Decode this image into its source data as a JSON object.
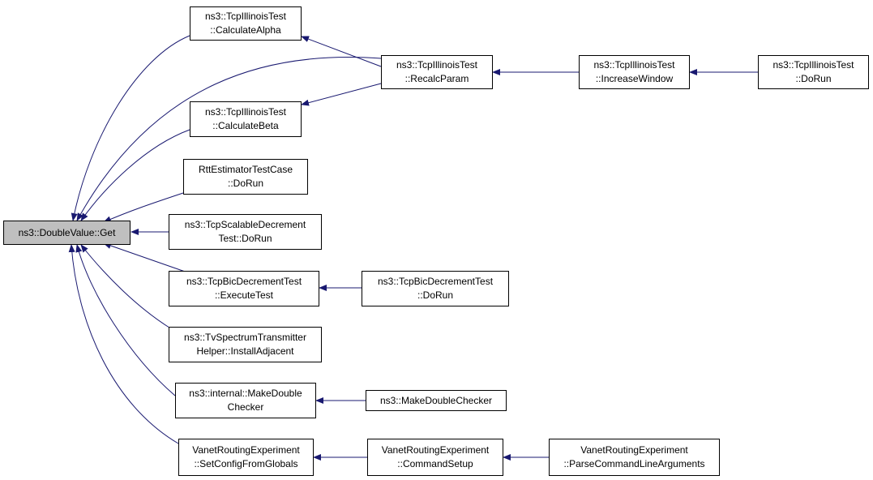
{
  "colors": {
    "edge": "#191970",
    "node_border": "#000000",
    "root_fill": "#bfbfbf",
    "node_fill": "#ffffff"
  },
  "nodes": {
    "root": {
      "lines": [
        "ns3::DoubleValue::Get"
      ]
    },
    "calc_alpha": {
      "lines": [
        "ns3::TcpIllinoisTest",
        "::CalculateAlpha"
      ]
    },
    "recalc_param": {
      "lines": [
        "ns3::TcpIllinoisTest",
        "::RecalcParam"
      ]
    },
    "increase_window": {
      "lines": [
        "ns3::TcpIllinoisTest",
        "::IncreaseWindow"
      ]
    },
    "illinois_dorun": {
      "lines": [
        "ns3::TcpIllinoisTest",
        "::DoRun"
      ]
    },
    "calc_beta": {
      "lines": [
        "ns3::TcpIllinoisTest",
        "::CalculateBeta"
      ]
    },
    "rtt_dorun": {
      "lines": [
        "RttEstimatorTestCase",
        "::DoRun"
      ]
    },
    "scalable_dorun": {
      "lines": [
        "ns3::TcpScalableDecrement",
        "Test::DoRun"
      ]
    },
    "bic_execute": {
      "lines": [
        "ns3::TcpBicDecrementTest",
        "::ExecuteTest"
      ]
    },
    "bic_dorun": {
      "lines": [
        "ns3::TcpBicDecrementTest",
        "::DoRun"
      ]
    },
    "tv_install": {
      "lines": [
        "ns3::TvSpectrumTransmitter",
        "Helper::InstallAdjacent"
      ]
    },
    "internal_checker": {
      "lines": [
        "ns3::internal::MakeDouble",
        "Checker"
      ]
    },
    "make_checker": {
      "lines": [
        "ns3::MakeDoubleChecker"
      ]
    },
    "vanet_setconfig": {
      "lines": [
        "VanetRoutingExperiment",
        "::SetConfigFromGlobals"
      ]
    },
    "vanet_cmdsetup": {
      "lines": [
        "VanetRoutingExperiment",
        "::CommandSetup"
      ]
    },
    "vanet_parse": {
      "lines": [
        "VanetRoutingExperiment",
        "::ParseCommandLineArguments"
      ]
    }
  },
  "edges": [
    [
      "calc_alpha",
      "root"
    ],
    [
      "recalc_param",
      "root"
    ],
    [
      "calc_beta",
      "root"
    ],
    [
      "rtt_dorun",
      "root"
    ],
    [
      "scalable_dorun",
      "root"
    ],
    [
      "bic_execute",
      "root"
    ],
    [
      "tv_install",
      "root"
    ],
    [
      "internal_checker",
      "root"
    ],
    [
      "vanet_setconfig",
      "root"
    ],
    [
      "recalc_param",
      "calc_alpha"
    ],
    [
      "recalc_param",
      "calc_beta"
    ],
    [
      "increase_window",
      "recalc_param"
    ],
    [
      "illinois_dorun",
      "increase_window"
    ],
    [
      "bic_dorun",
      "bic_execute"
    ],
    [
      "make_checker",
      "internal_checker"
    ],
    [
      "vanet_cmdsetup",
      "vanet_setconfig"
    ],
    [
      "vanet_parse",
      "vanet_cmdsetup"
    ]
  ]
}
